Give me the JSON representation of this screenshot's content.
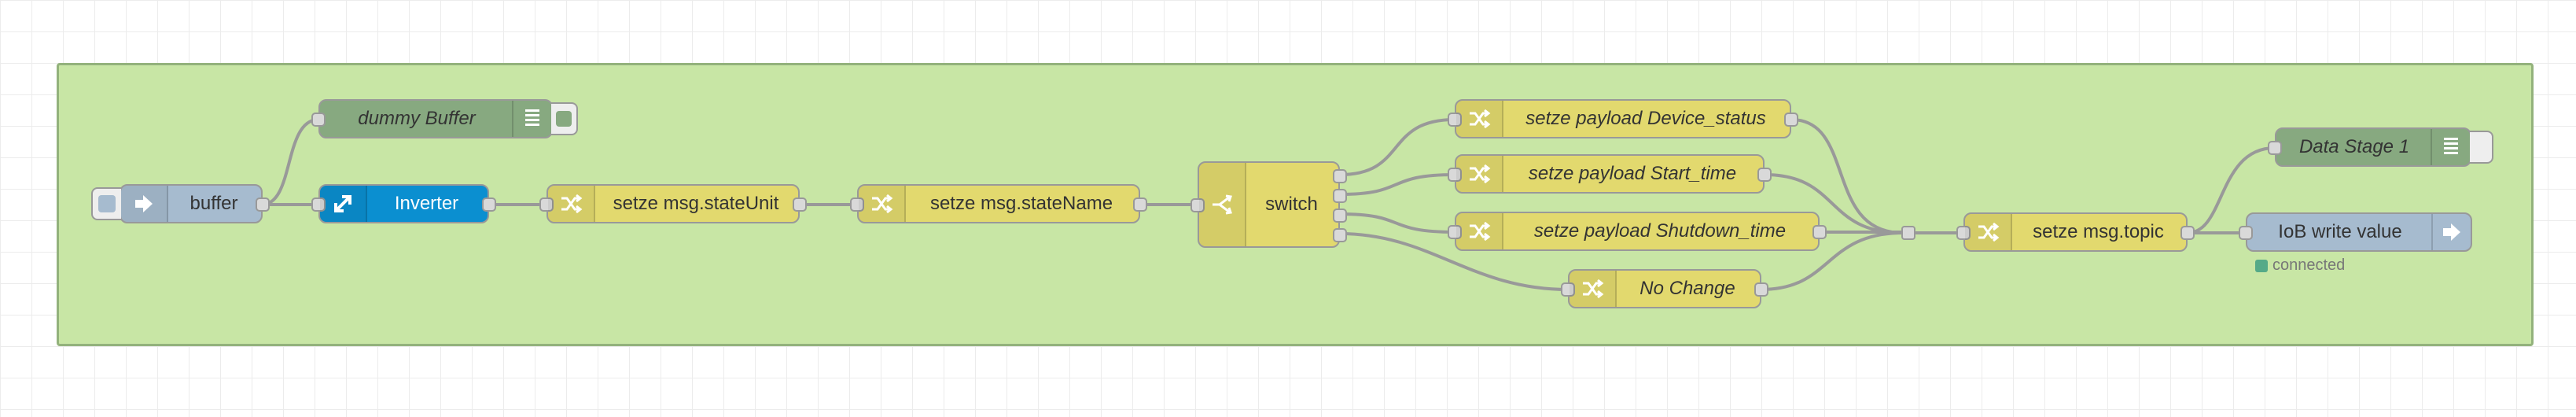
{
  "flow": {
    "nodes": {
      "dummy_buffer": {
        "label": "dummy Buffer",
        "icon": "list-icon"
      },
      "buffer": {
        "label": "buffer",
        "icon": "link-in-icon"
      },
      "inverter": {
        "label": "Inverter",
        "icon": "expand-arrows-icon"
      },
      "state_unit": {
        "label": "setze msg.stateUnit",
        "icon": "shuffle-icon"
      },
      "state_name": {
        "label": "setze msg.stateName",
        "icon": "shuffle-icon"
      },
      "switch": {
        "label": "switch",
        "icon": "switch-icon"
      },
      "device_status": {
        "label": "setze payload Device_status",
        "icon": "shuffle-icon"
      },
      "start_time": {
        "label": "setze payload Start_time",
        "icon": "shuffle-icon"
      },
      "shutdown_time": {
        "label": "setze payload Shutdown_time",
        "icon": "shuffle-icon"
      },
      "no_change": {
        "label": "No Change",
        "icon": "shuffle-icon"
      },
      "msg_topic": {
        "label": "setze msg.topic",
        "icon": "shuffle-icon"
      },
      "data_stage": {
        "label": "Data Stage 1",
        "icon": "list-icon"
      },
      "iob_write": {
        "label": "IoB write value",
        "icon": "arrow-right-icon",
        "status": "connected"
      }
    },
    "colors": {
      "group": "#c8e6a5",
      "change": "#e2d96e",
      "link": "#a6bbcf",
      "debug": "#87a980",
      "subflow": "#0b8fd0",
      "wire": "#999999",
      "status_ok": "#55aa88"
    }
  }
}
